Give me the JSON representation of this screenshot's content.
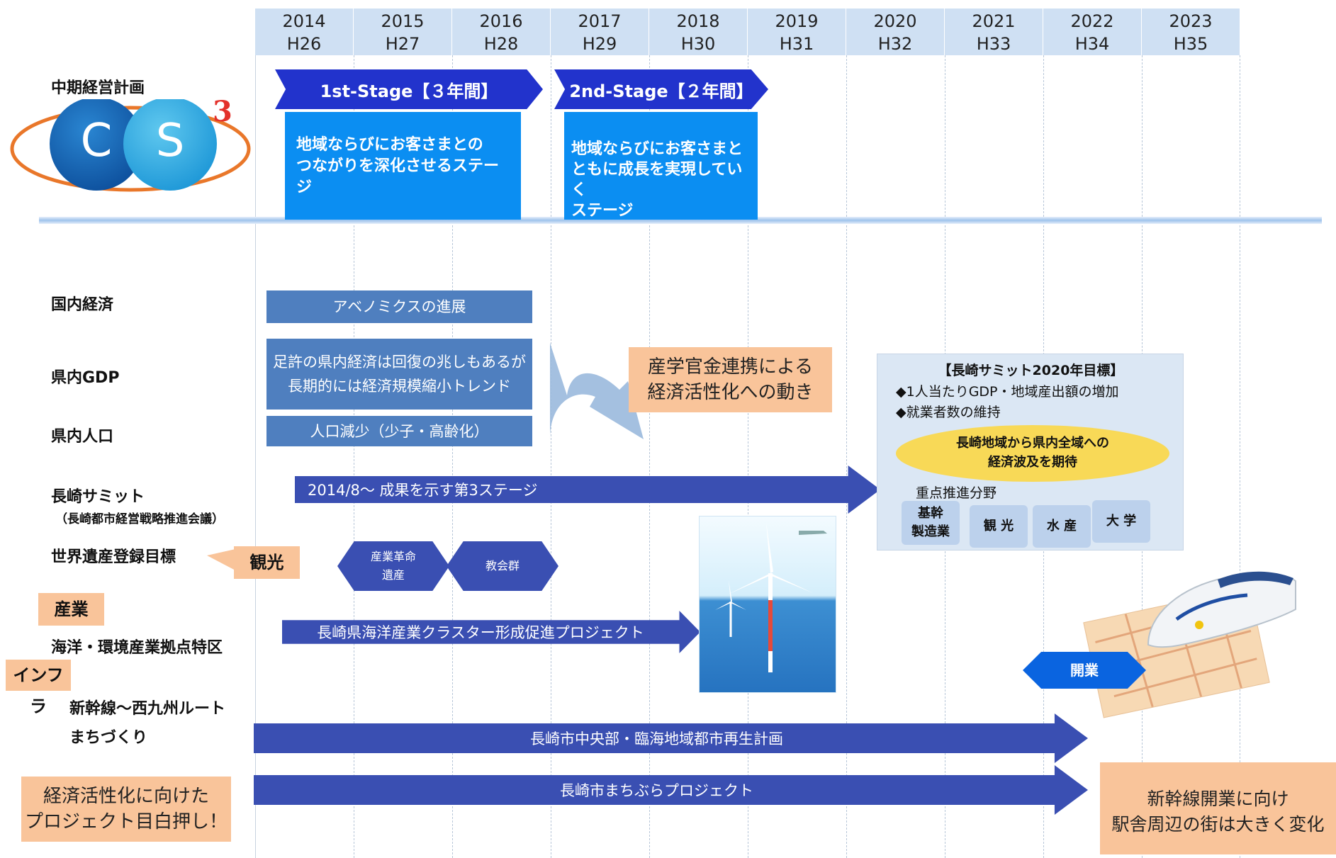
{
  "timeline": {
    "years": [
      {
        "year": "2014",
        "era": "H26"
      },
      {
        "year": "2015",
        "era": "H27"
      },
      {
        "year": "2016",
        "era": "H28"
      },
      {
        "year": "2017",
        "era": "H29"
      },
      {
        "year": "2018",
        "era": "H30"
      },
      {
        "year": "2019",
        "era": "H31"
      },
      {
        "year": "2020",
        "era": "H32"
      },
      {
        "year": "2021",
        "era": "H33"
      },
      {
        "year": "2022",
        "era": "H34"
      },
      {
        "year": "2023",
        "era": "H35"
      }
    ]
  },
  "plan": {
    "label": "中期経営計画",
    "logo_c": "C",
    "logo_s": "S",
    "logo_sup": "3",
    "stage1_label": "1st-Stage【３年間】",
    "stage1_desc_l1": "地域ならびにお客さまとの",
    "stage1_desc_l2": "つながりを深化させるステージ",
    "stage2_label": "2nd-Stage【２年間】",
    "stage2_desc_l1": "地域ならびにお客さまと",
    "stage2_desc_l2": "ともに成長を実現していく",
    "stage2_desc_l3": "ステージ"
  },
  "rows": {
    "domestic_economy": "国内経済",
    "pref_gdp": "県内GDP",
    "pref_population": "県内人口",
    "summit": "長崎サミット",
    "summit_sub": "（長崎都市経営戦略推進会議）",
    "heritage": "世界遺産登録目標",
    "tag_sightseeing": "観光",
    "tag_industry": "産業",
    "marine": "海洋・環境産業拠点特区",
    "tag_infra": "インフラ",
    "shinkansen": "新幹線～西九州ルート",
    "machizukuri": "まちづくり"
  },
  "bars": {
    "abenomics": "アベノミクスの進展",
    "gdp_l1": "足許の県内経済は回復の兆しもあるが",
    "gdp_l2": "長期的には経済規模縮小トレンド",
    "population": "人口減少（少子・高齢化）",
    "summit_arrow": "2014/8～  成果を示す第3ステージ",
    "heritage_1_l1": "産業革命",
    "heritage_1_l2": "遺産",
    "heritage_2": "教会群",
    "marine_arrow": "長崎県海洋産業クラスター形成促進プロジェクト",
    "open_label": "開業",
    "urban_renewal": "長崎市中央部・臨海地域都市再生計画",
    "machibura": "長崎市まちぶらプロジェクト"
  },
  "notes": {
    "collab_l1": "産学官金連携による",
    "collab_l2": "経済活性化への動き",
    "push_l1": "経済活性化に向けた",
    "push_l2": "プロジェクト目白押し！",
    "shinkansen_l1": "新幹線開業に向け",
    "shinkansen_l2": "駅舎周辺の街は大きく変化"
  },
  "summit_panel": {
    "title": "【長崎サミット2020年目標】",
    "item1": "◆1人当たりGDP・地域産出額の増加",
    "item2": "◆就業者数の維持",
    "ellipse_l1": "長崎地域から県内全域への",
    "ellipse_l2": "経済波及を期待",
    "focus_label": "重点推進分野",
    "pill1_l1": "基幹",
    "pill1_l2": "製造業",
    "pill2": "観 光",
    "pill3": "水 産",
    "pill4": "大 学"
  },
  "colors": {
    "header_bg": "#cfe0f3",
    "stage_arrow": "#2233cc",
    "stage_box": "#0b8ef2",
    "bar_blue": "#4f7fbf",
    "arrow_navy": "#3a4fb2",
    "note_orange": "#f9c49a",
    "ellipse_yellow": "#f8d957"
  }
}
